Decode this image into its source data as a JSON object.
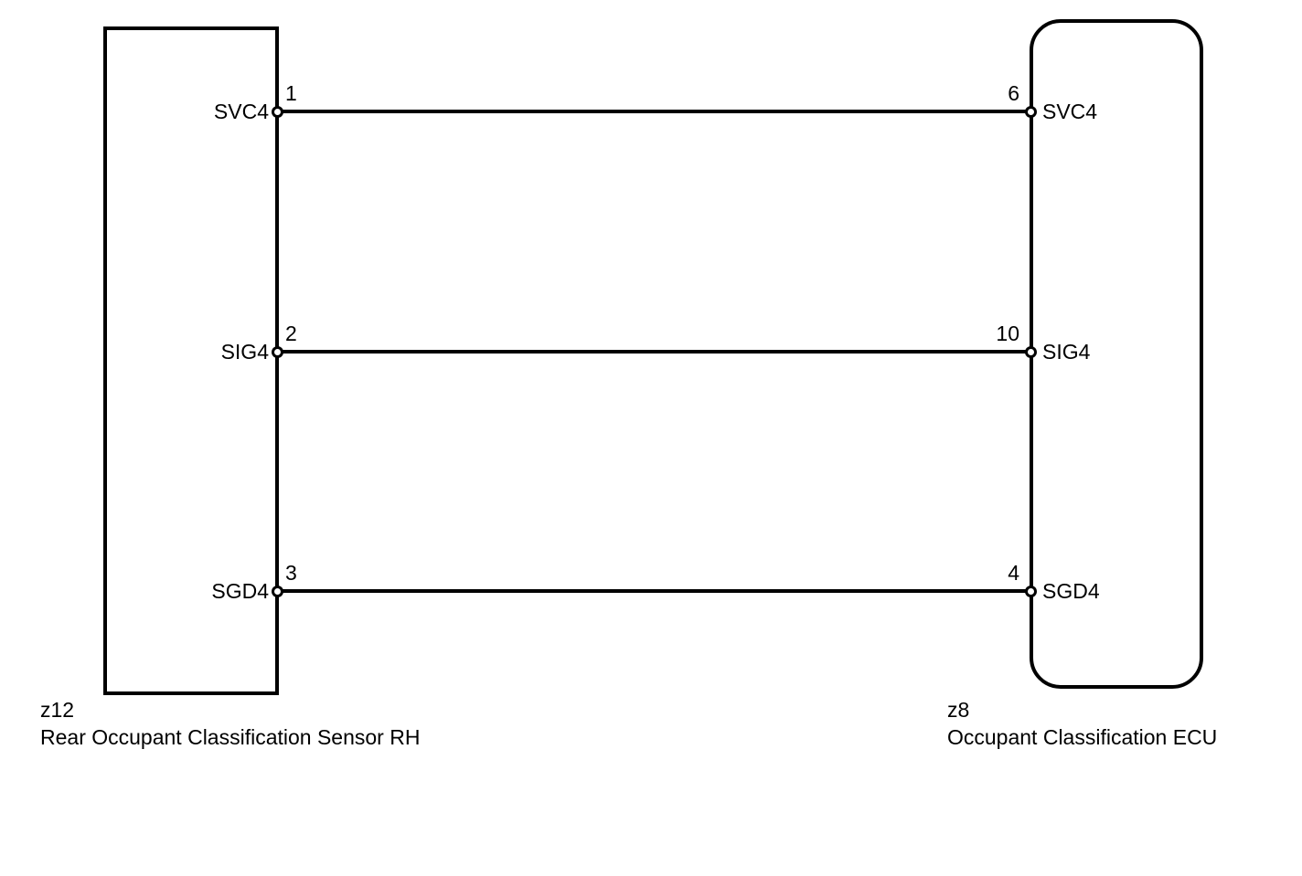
{
  "colors": {
    "background": "#ffffff",
    "line": "#000000"
  },
  "left_component": {
    "code": "z12",
    "name": "Rear Occupant Classification Sensor RH",
    "pins": [
      {
        "number": "1",
        "label": "SVC4"
      },
      {
        "number": "2",
        "label": "SIG4"
      },
      {
        "number": "3",
        "label": "SGD4"
      }
    ]
  },
  "right_component": {
    "code": "z8",
    "name": "Occupant Classification ECU",
    "pins": [
      {
        "number": "6",
        "label": "SVC4"
      },
      {
        "number": "10",
        "label": "SIG4"
      },
      {
        "number": "4",
        "label": "SGD4"
      }
    ]
  },
  "connections": [
    {
      "signal": "SVC4",
      "from": "z12 pin 1",
      "to": "z8 pin 6"
    },
    {
      "signal": "SIG4",
      "from": "z12 pin 2",
      "to": "z8 pin 10"
    },
    {
      "signal": "SGD4",
      "from": "z12 pin 3",
      "to": "z8 pin 4"
    }
  ]
}
